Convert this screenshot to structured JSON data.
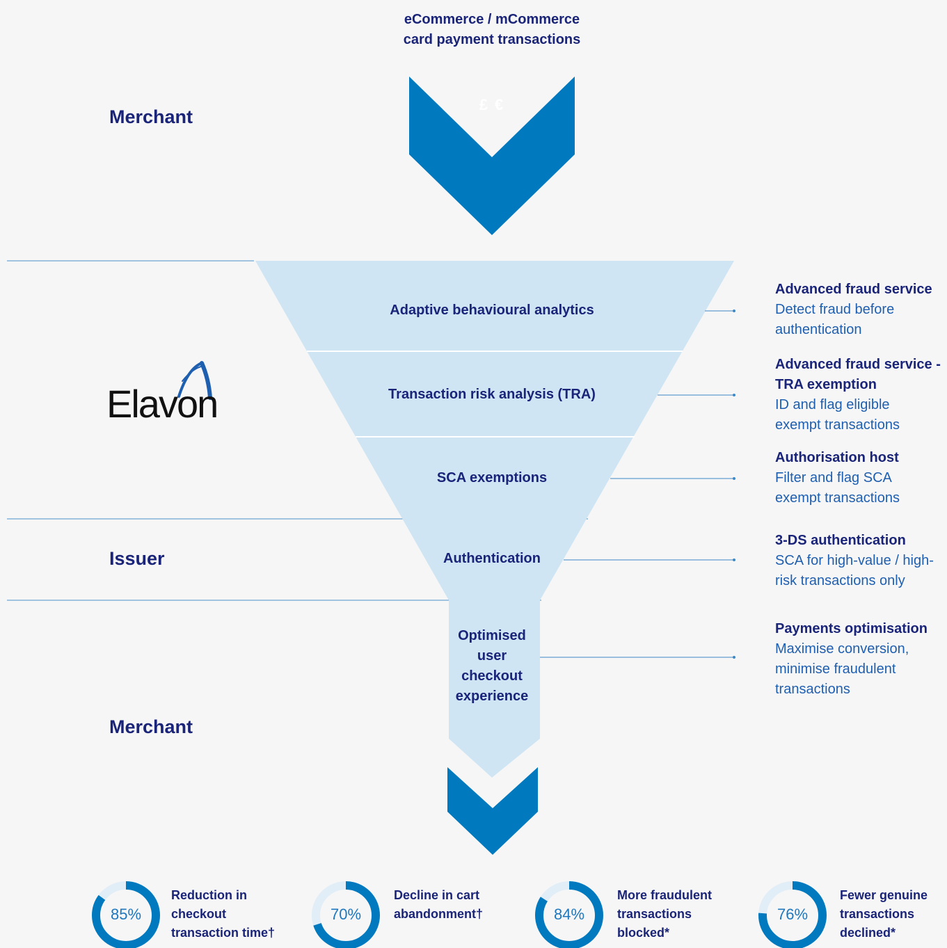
{
  "header": {
    "title": "eCommerce / mCommerce card payment transactions",
    "currency": "£ €"
  },
  "parties": {
    "merchant_top": "Merchant",
    "logo": "Elavon",
    "issuer": "Issuer",
    "merchant_bottom": "Merchant"
  },
  "funnel": {
    "stages": [
      "Adaptive behavioural analytics",
      "Transaction risk analysis (TRA)",
      "SCA exemptions",
      "Authentication",
      "Optimised user checkout experience"
    ]
  },
  "services": [
    {
      "title": "Advanced fraud service",
      "description": "Detect fraud before authentication"
    },
    {
      "title": "Advanced fraud service - TRA exemption",
      "description": "ID and flag eligible exempt transactions"
    },
    {
      "title": "Authorisation host",
      "description": "Filter and flag SCA exempt transactions"
    },
    {
      "title": "3-DS authentication",
      "description": "SCA for high-value / high-risk transactions only"
    },
    {
      "title": "Payments optimisation",
      "description": "Maximise conversion, minimise fraudulent transactions"
    }
  ],
  "stats": [
    {
      "value": "85%",
      "percent": 85,
      "label": "Reduction in checkout transaction time†"
    },
    {
      "value": "70%",
      "percent": 70,
      "label": "Decline in cart abandonment†"
    },
    {
      "value": "84%",
      "percent": 84,
      "label": "More fraudulent transactions blocked*"
    },
    {
      "value": "76%",
      "percent": 76,
      "label": "Fewer genuine transactions declined*"
    }
  ],
  "colors": {
    "chevron": "#0079bf",
    "funnel": "#cfe5f3",
    "divider": "#4a90c8",
    "ring": "#0079bf",
    "ring_track": "#e1eef7"
  }
}
